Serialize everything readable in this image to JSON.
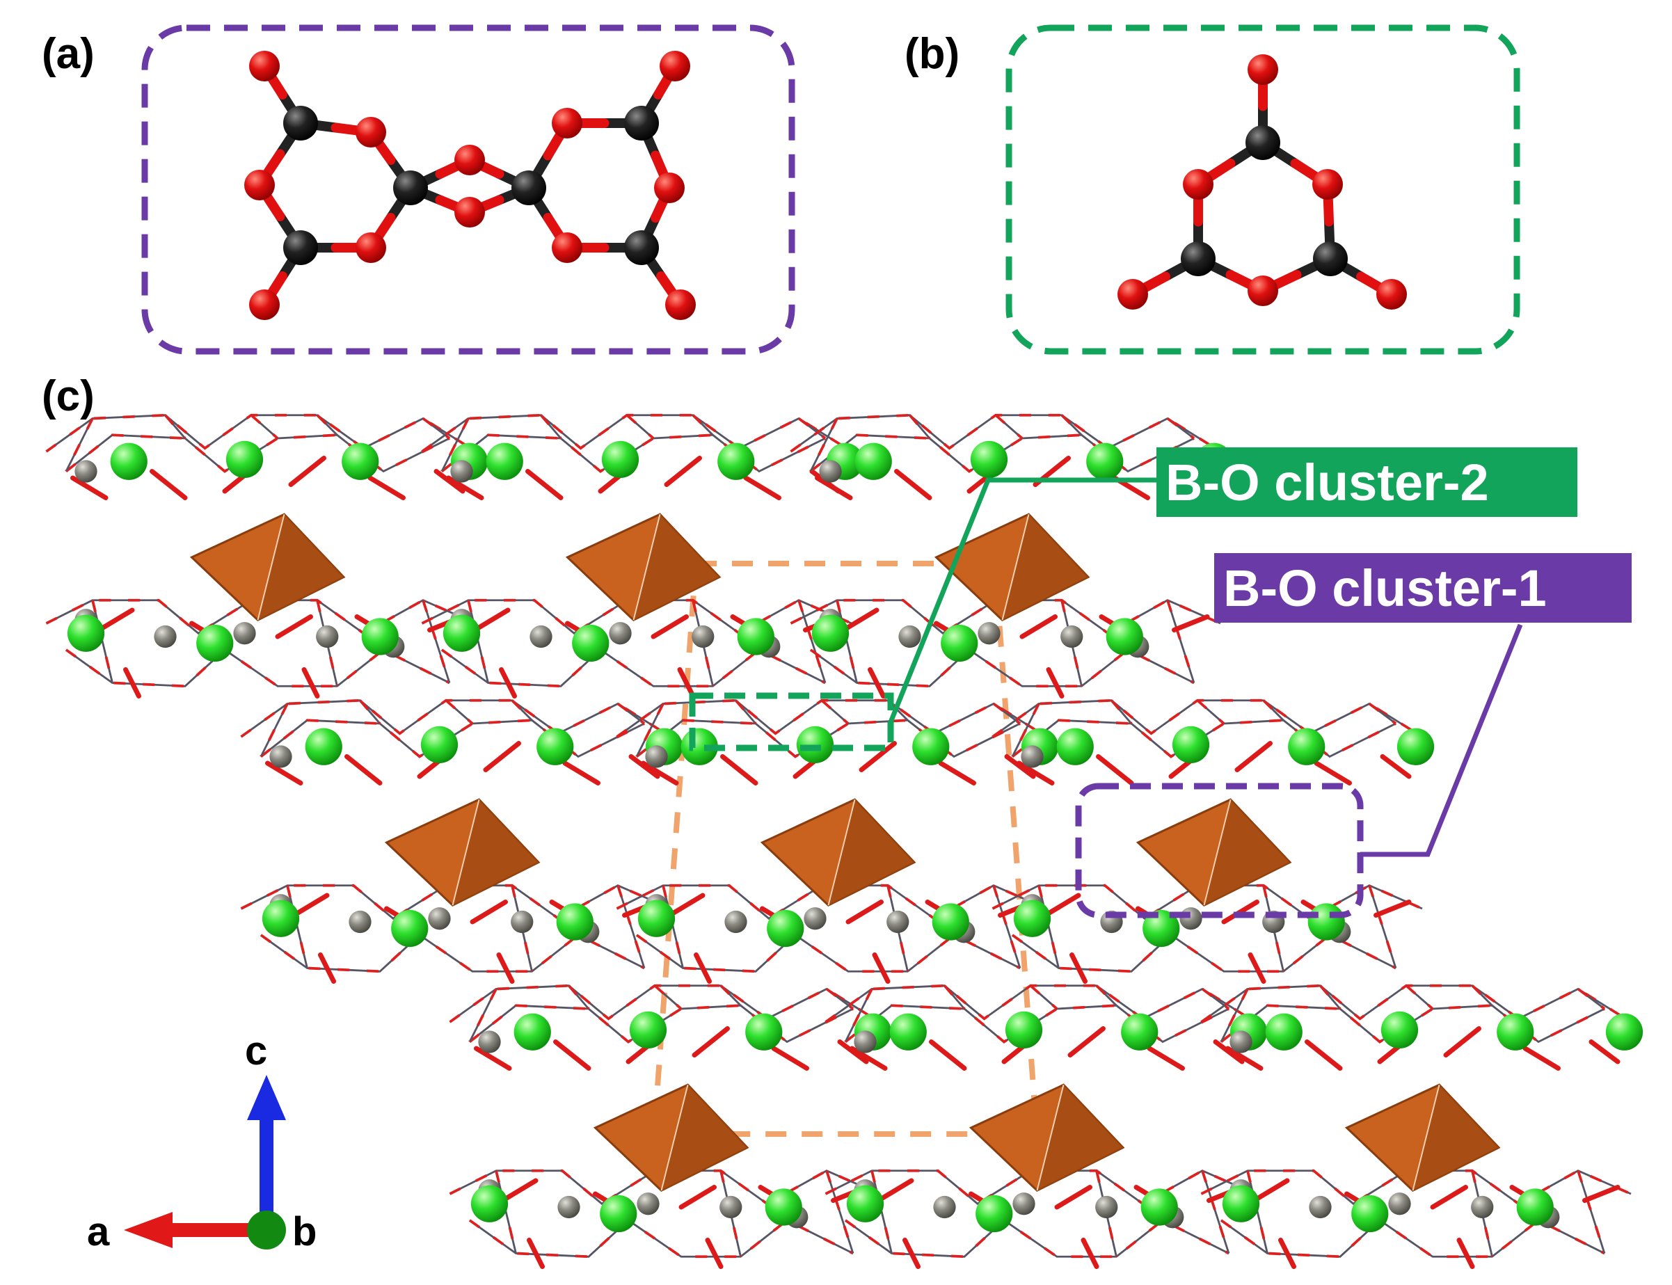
{
  "panels": {
    "a": "(a)",
    "b": "(b)",
    "c": "(c)"
  },
  "clusters": {
    "cluster2": "B-O cluster-2",
    "cluster1": "B-O cluster-1"
  },
  "axes": {
    "a": "a",
    "b": "b",
    "c": "c"
  },
  "colors": {
    "boron": "#222222",
    "oxygen": "#e01010",
    "metal_sphere": "#2ee02e",
    "small_atom": "#8a8a82",
    "polyhedron": "#c8621e",
    "cluster1_accent": "#6a3aa6",
    "cluster2_accent": "#12a45a",
    "unit_cell": "#f0a36a",
    "axis_a": "#e01818",
    "axis_c": "#1a2ae0",
    "axis_b": "#128a12"
  }
}
